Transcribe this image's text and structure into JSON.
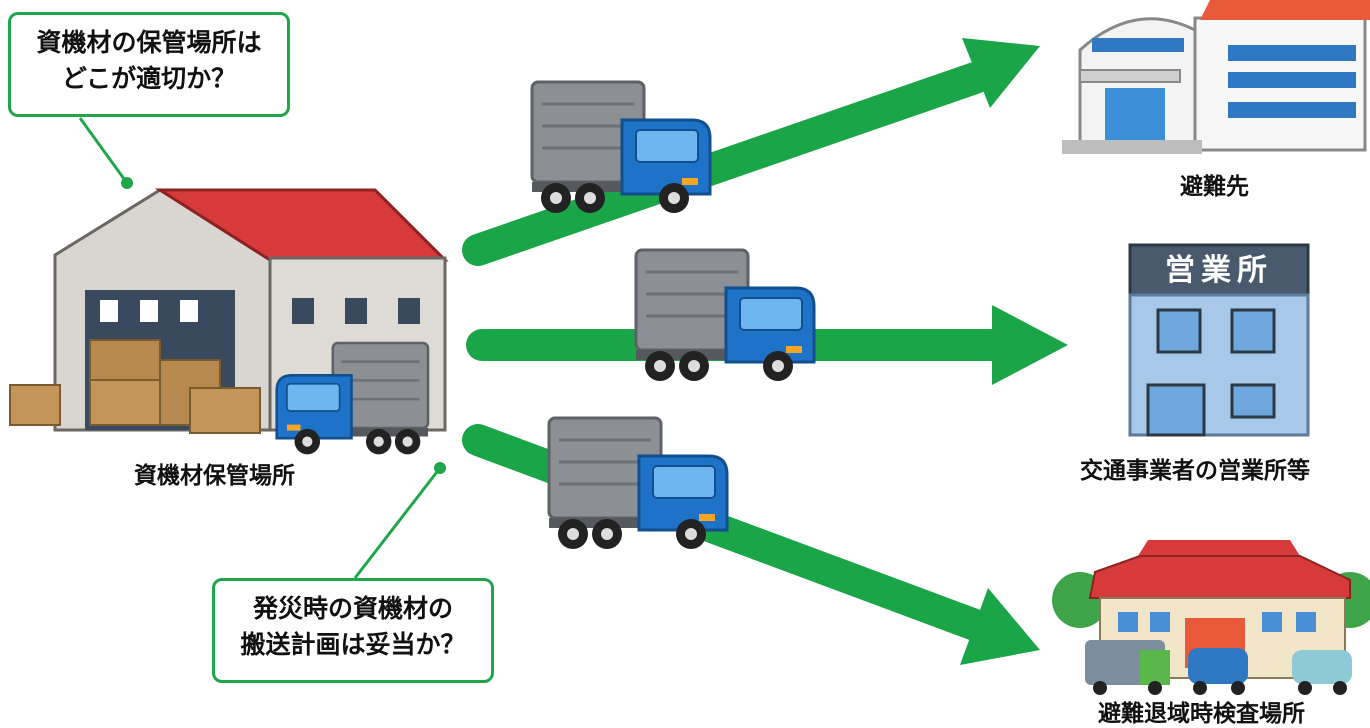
{
  "callouts": {
    "storage_question": {
      "line1": "資機材の保管場所は",
      "line2": "どこが適切か？"
    },
    "transport_question": {
      "line1": "発災時の資機材の",
      "line2": "搬送計画は妥当か？"
    }
  },
  "labels": {
    "origin": "資機材保管場所",
    "evacuation_site": "避難先",
    "transport_office": "交通事業者の営業所等",
    "inspection_site": "避難退域時検査場所"
  },
  "office_sign": "営業所",
  "colors": {
    "arrow": "#1aa648",
    "callout_border": "#1fa64a",
    "truck_cab": "#1e73c8",
    "truck_cargo": "#8c8f93",
    "warehouse_roof": "#d63a3a",
    "office_building": "#a8c8ea"
  },
  "icons": [
    "warehouse-icon",
    "truck-icon",
    "school-building-icon",
    "office-building-icon",
    "inspection-facility-icon"
  ]
}
